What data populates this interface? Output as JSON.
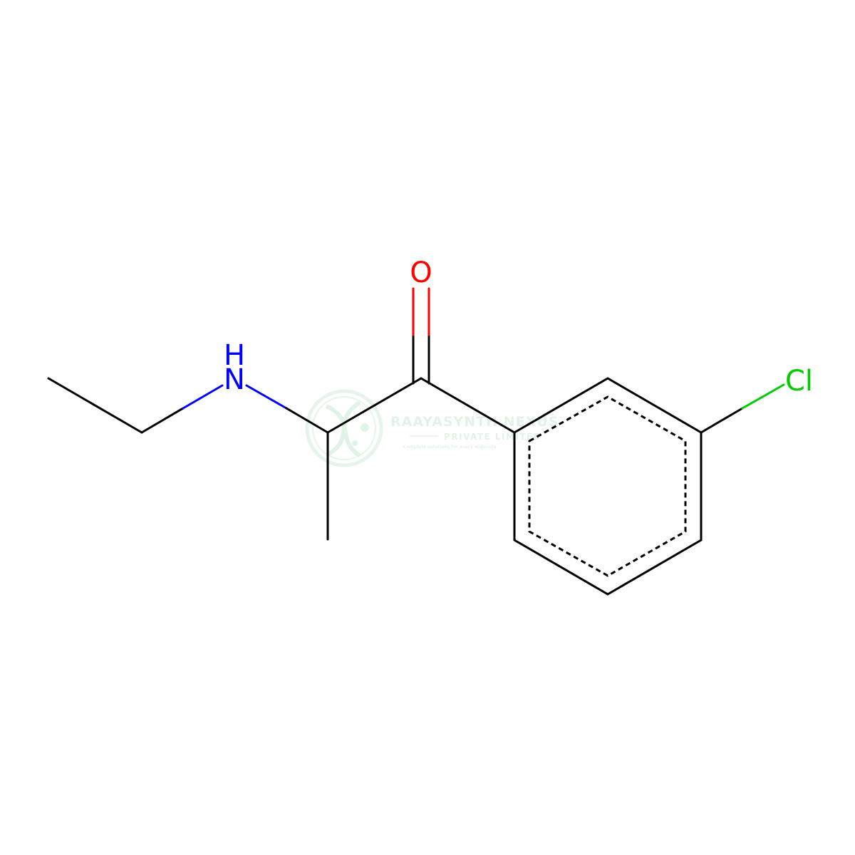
{
  "molecule": {
    "atoms": {
      "oxygen": "O",
      "nitrogen": "N",
      "nitrogen_hydrogen": "H",
      "chlorine": "Cl"
    },
    "colors": {
      "bond": "#000000",
      "oxygen": "#ff0000",
      "nitrogen": "#0000ff",
      "chlorine": "#00cc00"
    }
  },
  "watermark": {
    "company": "RAAYASYNTH NEXUS",
    "subtitle": "PRIVATE LIMITED",
    "tagline": "Complete solutions for every molecule",
    "colors": {
      "primary": "#2e9e4f",
      "ring": "#4fb36a"
    }
  }
}
